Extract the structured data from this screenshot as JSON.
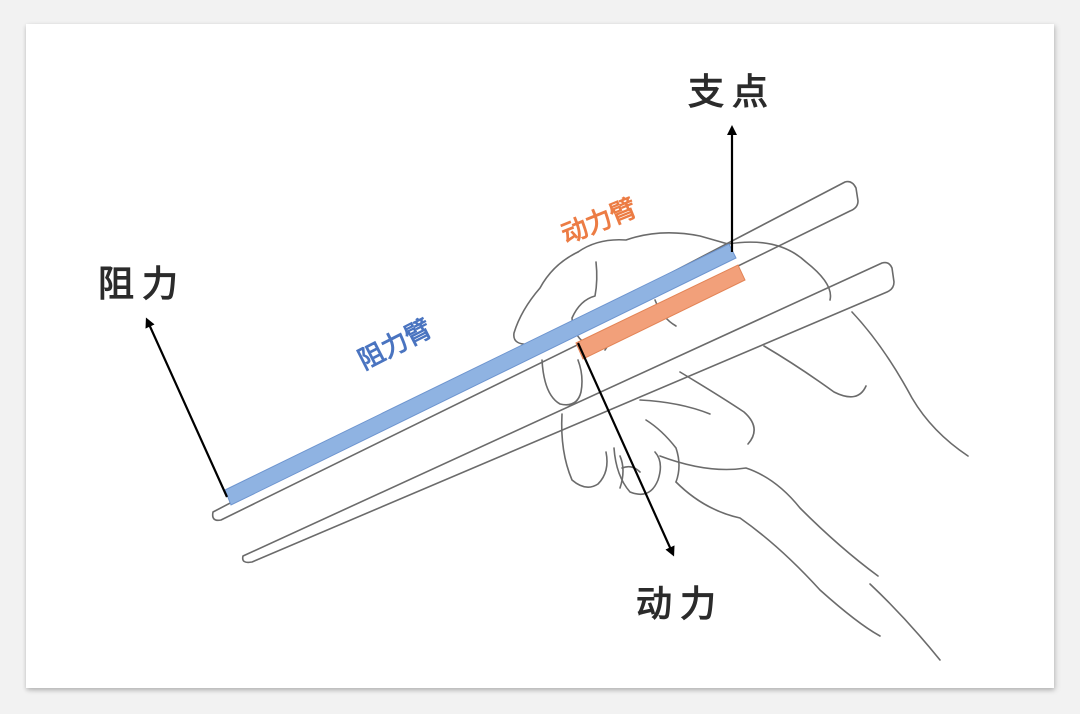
{
  "labels": {
    "fulcrum": "支点",
    "resistance": "阻力",
    "effort": "动力",
    "resistance_arm": "阻力臂",
    "effort_arm": "动力臂"
  },
  "colors": {
    "resistance_arm": "#8fb3e2",
    "resistance_arm_text": "#4a74c0",
    "effort_arm": "#f2a07a",
    "effort_arm_text": "#ec7c44",
    "arrow": "#000000",
    "sketch": "#6b6b6b"
  }
}
